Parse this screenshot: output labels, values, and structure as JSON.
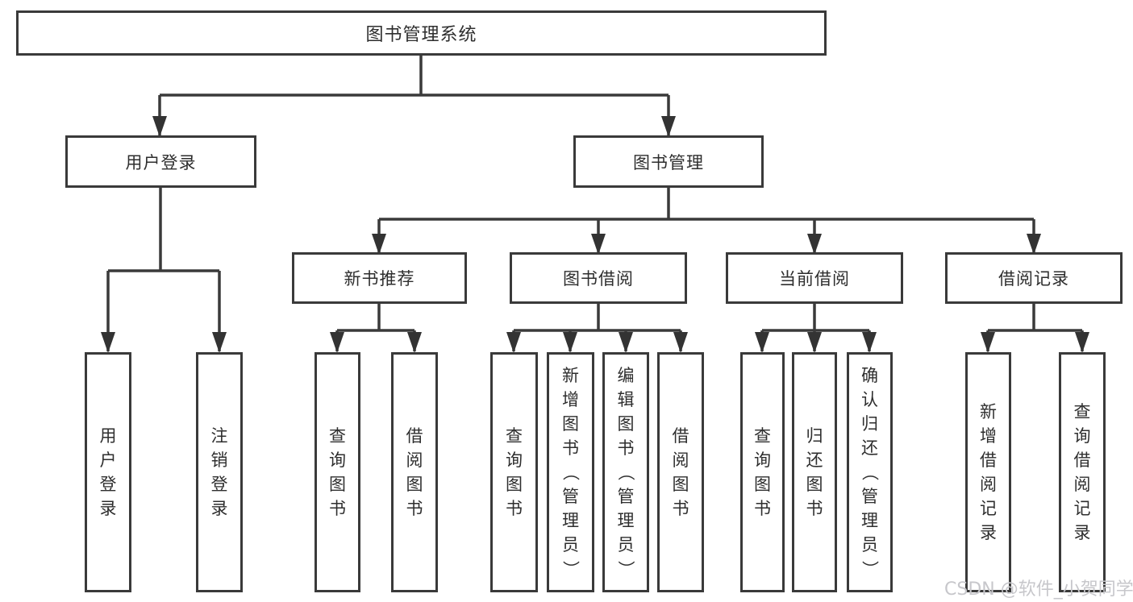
{
  "tree": {
    "label": "图书管理系统",
    "children": [
      {
        "label": "用户登录",
        "children": [
          {
            "label": "用户登录"
          },
          {
            "label": "注销登录"
          }
        ]
      },
      {
        "label": "图书管理",
        "children": [
          {
            "label": "新书推荐",
            "children": [
              {
                "label": "查询图书"
              },
              {
                "label": "借阅图书"
              }
            ]
          },
          {
            "label": "图书借阅",
            "children": [
              {
                "label": "查询图书"
              },
              {
                "label": "新增图书（管理员）"
              },
              {
                "label": "编辑图书（管理员）"
              },
              {
                "label": "借阅图书"
              }
            ]
          },
          {
            "label": "当前借阅",
            "children": [
              {
                "label": "查询图书"
              },
              {
                "label": "归还图书"
              },
              {
                "label": "确认归还（管理员）"
              }
            ]
          },
          {
            "label": "借阅记录",
            "children": [
              {
                "label": "新增借阅记录"
              },
              {
                "label": "查询借阅记录"
              }
            ]
          }
        ]
      }
    ]
  },
  "watermark": "CSDN @软件_小贺同学",
  "colors": {
    "line": "#3a3a3a",
    "node_border": "#3a3a3a",
    "text": "#2e2e2e",
    "watermark": "#c7c7cb",
    "background": "#ffffff"
  }
}
